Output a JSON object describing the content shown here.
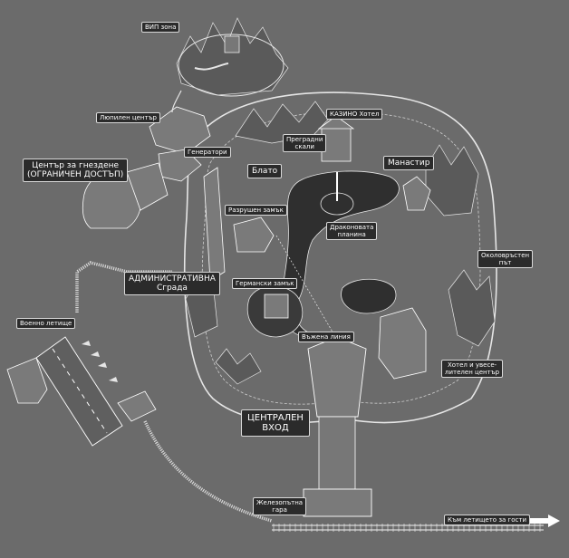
{
  "colors": {
    "background": "#6b6b6b",
    "label_bg": "#2b2b2b",
    "label_text": "#ffffff",
    "lines": "#e6e6e6",
    "dark_water": "#2f2f2f"
  },
  "labels": {
    "vip_zone": "ВИП зона",
    "hatchery": "Люпилен център",
    "generators": "Генератори",
    "nesting_center": "Център за гнездене\n(ОГРАНИЧЕН ДОСТЪП)",
    "casino_hotel": "КАЗИНО Хотел",
    "barrier_cliffs": "Преградни\nскали",
    "monastery": "Манастир",
    "swamp": "Блато",
    "ruined_castle": "Разрушен замък",
    "dragon_mountain": "Драконовата\nпланина",
    "coral_edge": "Околовръстен\nпът",
    "admin_building": "АДМИНИСТРАТИВНА\nСграда",
    "german_castle": "Германски замък",
    "military_airfield": "Военно летище",
    "rope_line": "Въжена линия",
    "hotel_entertainment": "Хотел и увесе-\nлителен център",
    "central_entrance": "ЦЕНТРАЛЕН\nВХОД",
    "railway_station": "Железопътна\nгара",
    "to_guest_airport": "Към летището за гости"
  }
}
